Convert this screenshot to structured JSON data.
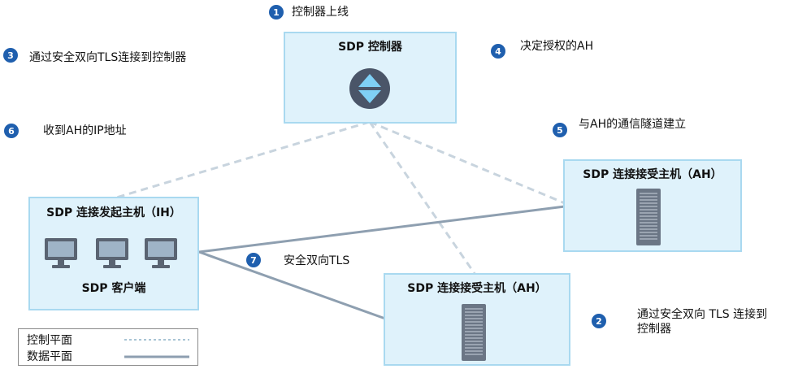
{
  "controller": {
    "title": "SDP 控制器",
    "icon": "diamond-arrows-icon"
  },
  "ih": {
    "title": "SDP 连接发起主机（IH）",
    "client_label": "SDP 客户端",
    "icon": "monitor-icon"
  },
  "ah_top": {
    "title": "SDP 连接接受主机（AH）",
    "icon": "server-icon"
  },
  "ah_bottom": {
    "title": "SDP 连接接受主机（AH）",
    "icon": "server-icon"
  },
  "steps": [
    {
      "num": "1",
      "text": "控制器上线"
    },
    {
      "num": "2",
      "text": "通过安全双向 TLS 连接到控制器"
    },
    {
      "num": "3",
      "text": "通过安全双向TLS连接到控制器"
    },
    {
      "num": "4",
      "text": "决定授权的AH"
    },
    {
      "num": "5",
      "text": "与AH的通信隧道建立"
    },
    {
      "num": "6",
      "text": "收到AH的IP地址"
    },
    {
      "num": "7",
      "text": "安全双向TLS"
    }
  ],
  "legend": {
    "control_plane": "控制平面",
    "data_plane": "数据平面"
  },
  "colors": {
    "box_fill": "#dff2fb",
    "box_border": "#a9d9f0",
    "badge": "#1f5fae",
    "control_line": "#c8d4de",
    "data_line": "#8e9fb0",
    "controller_icon": "#4a5568",
    "controller_arrow": "#7fd0f5"
  }
}
